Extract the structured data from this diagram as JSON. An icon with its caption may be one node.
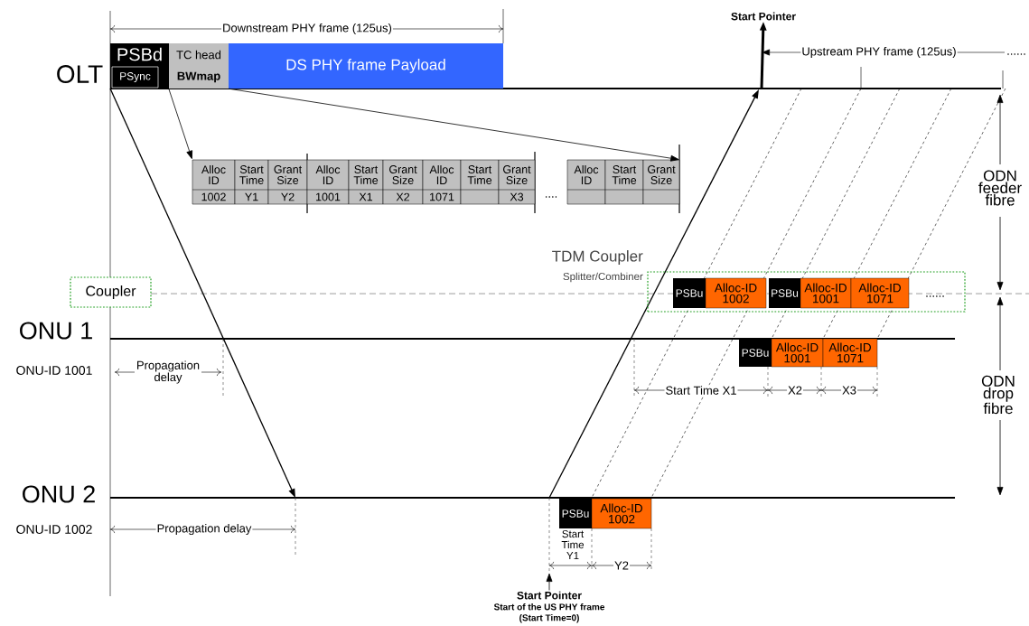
{
  "diagram": {
    "nodes": [
      {
        "text": [
          "PSBd"
        ]
      },
      {
        "text": [
          "PSync"
        ],
        "in": 0
      },
      {
        "text": [
          "TC head"
        ]
      },
      {
        "text": [
          "BWmap"
        ]
      },
      {
        "text": [
          "DS PHY frame Payload"
        ]
      },
      {
        "text": [
          "Alloc ID",
          "1002"
        ]
      },
      {
        "text": [
          "Start Time",
          "Y1"
        ]
      },
      {
        "text": [
          "Grant Size",
          "Y2"
        ]
      },
      {
        "text": [
          "Alloc ID",
          "1001"
        ]
      },
      {
        "text": [
          "Start Time",
          "X1"
        ]
      },
      {
        "text": [
          "Grant Size",
          "X2"
        ]
      },
      {
        "text": [
          "Alloc ID",
          "1071"
        ]
      },
      {
        "text": [
          "Start Time"
        ]
      },
      {
        "text": [
          "Grant Size",
          "X3"
        ]
      },
      {
        "text": [
          "Alloc ID"
        ]
      },
      {
        "text": [
          "Start Time"
        ]
      },
      {
        "text": [
          "Grant Size"
        ]
      },
      {
        "text": [
          "Start Pointer"
        ]
      },
      {
        "text": [
          "Start Pointer",
          "Start of the US PHY frame",
          "(Start Time=0)"
        ]
      },
      {
        "text": [
          "Coupler"
        ]
      },
      {
        "text": [
          "TDM Coupler",
          "Splitter/Combiner"
        ]
      },
      {
        "text": [
          "PSBu"
        ],
        "in": 20
      },
      {
        "text": [
          "Alloc-ID 1002"
        ],
        "in": 20
      },
      {
        "text": [
          "PSBu"
        ],
        "in": 20
      },
      {
        "text": [
          "Alloc-ID 1001"
        ],
        "in": 20
      },
      {
        "text": [
          "Alloc-ID 1071"
        ],
        "in": 20
      },
      {
        "text": [
          "PSBu"
        ]
      },
      {
        "text": [
          "Alloc-ID 1001"
        ]
      },
      {
        "text": [
          "Alloc-ID 1071"
        ]
      },
      {
        "text": [
          "PSBu"
        ]
      },
      {
        "text": [
          "Alloc-ID 1002"
        ]
      }
    ],
    "edges": [
      {
        "from": 3,
        "to": 5,
        "arrow": "to"
      },
      {
        "from": 3,
        "to": 16,
        "arrow": "to"
      },
      {
        "from": null,
        "to": 17,
        "arrow": "to",
        "style": "thick"
      },
      {
        "from": 18,
        "to": null,
        "arrow": "to"
      }
    ],
    "labels": [
      "Downstream PHY frame (125us)",
      "OLT",
      "....",
      "Upstream PHY frame (125us)",
      "......",
      "ODN feeder fibre",
      "......",
      "ONU 1",
      "ONU-ID 1001",
      "Propagation delay",
      "Start Time X1",
      "X2",
      "X3",
      "ODN drop fibre",
      "ONU 2",
      "ONU-ID 1002",
      "Propagation delay",
      "Start Time Y1",
      "Y2"
    ]
  }
}
